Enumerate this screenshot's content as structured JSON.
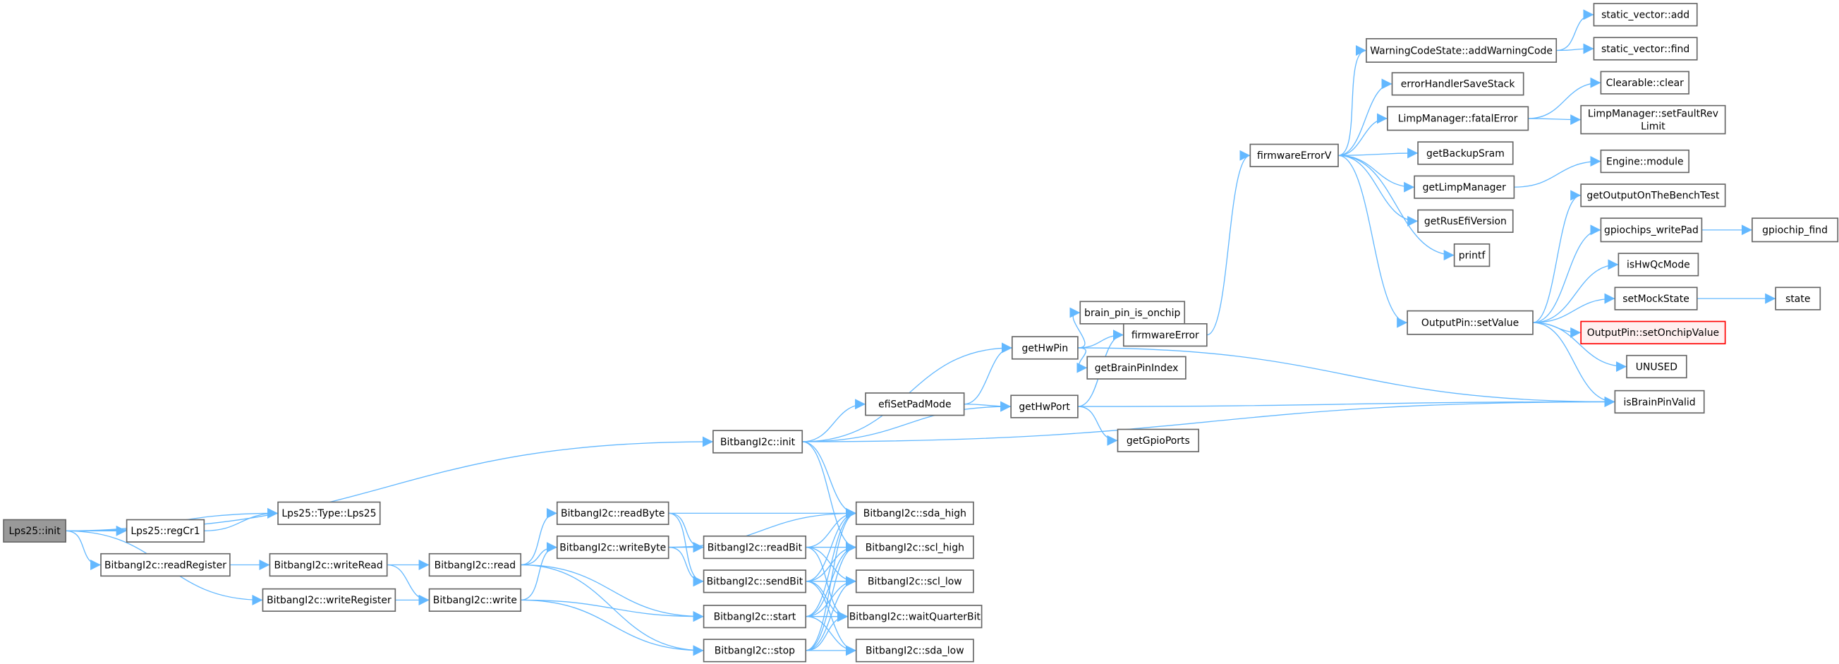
{
  "colors": {
    "edge": "#63b8ff",
    "node_border": "#666666",
    "root_fill": "#999999",
    "missing_border": "#ff0000"
  },
  "nodes": [
    {
      "id": "lps25_init",
      "label": "Lps25::init",
      "kind": "root"
    },
    {
      "id": "regcr1",
      "label": "Lps25::regCr1"
    },
    {
      "id": "type_lps25",
      "label": "Lps25::Type::Lps25"
    },
    {
      "id": "readregister",
      "label": "BitbangI2c::readRegister"
    },
    {
      "id": "writeread",
      "label": "BitbangI2c::writeRead"
    },
    {
      "id": "writeregister",
      "label": "BitbangI2c::writeRegister"
    },
    {
      "id": "read",
      "label": "BitbangI2c::read"
    },
    {
      "id": "write",
      "label": "BitbangI2c::write"
    },
    {
      "id": "readbyte",
      "label": "BitbangI2c::readByte"
    },
    {
      "id": "writebyte",
      "label": "BitbangI2c::writeByte"
    },
    {
      "id": "readbit",
      "label": "BitbangI2c::readBit"
    },
    {
      "id": "sendbit",
      "label": "BitbangI2c::sendBit"
    },
    {
      "id": "start",
      "label": "BitbangI2c::start"
    },
    {
      "id": "stop",
      "label": "BitbangI2c::stop"
    },
    {
      "id": "sda_high",
      "label": "BitbangI2c::sda_high"
    },
    {
      "id": "scl_high",
      "label": "BitbangI2c::scl_high"
    },
    {
      "id": "scl_low",
      "label": "BitbangI2c::scl_low"
    },
    {
      "id": "waitquarterbit",
      "label": "BitbangI2c::waitQuarterBit"
    },
    {
      "id": "sda_low",
      "label": "BitbangI2c::sda_low"
    },
    {
      "id": "i2c_init",
      "label": "BitbangI2c::init"
    },
    {
      "id": "efisetpadmode",
      "label": "efiSetPadMode"
    },
    {
      "id": "gethwpin",
      "label": "getHwPin"
    },
    {
      "id": "gethwport",
      "label": "getHwPort"
    },
    {
      "id": "brain_pin_is_onchip",
      "label": "brain_pin_is_onchip"
    },
    {
      "id": "firmwareerror",
      "label": "firmwareError"
    },
    {
      "id": "getbrainpinindex",
      "label": "getBrainPinIndex"
    },
    {
      "id": "getgpioports",
      "label": "getGpioPorts"
    },
    {
      "id": "firmwareerrorv",
      "label": "firmwareErrorV"
    },
    {
      "id": "addwarningcode",
      "label": "WarningCodeState::addWarningCode"
    },
    {
      "id": "errorhandlersavestack",
      "label": "errorHandlerSaveStack"
    },
    {
      "id": "fatalerror",
      "label": "LimpManager::fatalError"
    },
    {
      "id": "getbackupsram",
      "label": "getBackupSram"
    },
    {
      "id": "getlimpmanager",
      "label": "getLimpManager"
    },
    {
      "id": "getrusefiversion",
      "label": "getRusEfiVersion"
    },
    {
      "id": "printf",
      "label": "printf"
    },
    {
      "id": "setvalue",
      "label": "OutputPin::setValue"
    },
    {
      "id": "sv_add",
      "label": "static_vector::add"
    },
    {
      "id": "sv_find",
      "label": "static_vector::find"
    },
    {
      "id": "clear",
      "label": "Clearable::clear"
    },
    {
      "id": "setfaultrevlimit",
      "label": "LimpManager::setFaultRev",
      "label2": "Limit"
    },
    {
      "id": "engine_module",
      "label": "Engine::module"
    },
    {
      "id": "getoutputonthebenchtest",
      "label": "getOutputOnTheBenchTest"
    },
    {
      "id": "gpiochips_writepad",
      "label": "gpiochips_writePad"
    },
    {
      "id": "gpiochip_find",
      "label": "gpiochip_find"
    },
    {
      "id": "ishwqcmode",
      "label": "isHwQcMode"
    },
    {
      "id": "setmockstate",
      "label": "setMockState"
    },
    {
      "id": "state",
      "label": "state"
    },
    {
      "id": "setonchipvalue",
      "label": "OutputPin::setOnchipValue",
      "kind": "red"
    },
    {
      "id": "unused",
      "label": "UNUSED"
    },
    {
      "id": "isbrainpinvalid",
      "label": "isBrainPinValid"
    }
  ],
  "edges": [
    [
      "lps25_init",
      "i2c_init"
    ],
    [
      "lps25_init",
      "type_lps25"
    ],
    [
      "lps25_init",
      "regcr1"
    ],
    [
      "lps25_init",
      "readregister"
    ],
    [
      "lps25_init",
      "writeregister"
    ],
    [
      "regcr1",
      "type_lps25"
    ],
    [
      "readregister",
      "writeread"
    ],
    [
      "writeread",
      "read"
    ],
    [
      "writeread",
      "write"
    ],
    [
      "writeregister",
      "write"
    ],
    [
      "read",
      "readbyte"
    ],
    [
      "read",
      "writebyte"
    ],
    [
      "read",
      "start"
    ],
    [
      "read",
      "stop"
    ],
    [
      "write",
      "writebyte"
    ],
    [
      "write",
      "start"
    ],
    [
      "write",
      "stop"
    ],
    [
      "readbyte",
      "sda_high"
    ],
    [
      "readbyte",
      "readbit"
    ],
    [
      "readbyte",
      "sendbit"
    ],
    [
      "writebyte",
      "sda_high"
    ],
    [
      "writebyte",
      "readbit"
    ],
    [
      "writebyte",
      "sendbit"
    ],
    [
      "readbit",
      "scl_high"
    ],
    [
      "readbit",
      "scl_low"
    ],
    [
      "readbit",
      "waitquarterbit"
    ],
    [
      "readbit",
      "sda_high"
    ],
    [
      "sendbit",
      "sda_high"
    ],
    [
      "sendbit",
      "sda_low"
    ],
    [
      "sendbit",
      "scl_high"
    ],
    [
      "sendbit",
      "scl_low"
    ],
    [
      "sendbit",
      "waitquarterbit"
    ],
    [
      "start",
      "sda_high"
    ],
    [
      "start",
      "scl_high"
    ],
    [
      "start",
      "scl_low"
    ],
    [
      "start",
      "sda_low"
    ],
    [
      "start",
      "waitquarterbit"
    ],
    [
      "stop",
      "sda_high"
    ],
    [
      "stop",
      "scl_high"
    ],
    [
      "stop",
      "sda_low"
    ],
    [
      "stop",
      "scl_low"
    ],
    [
      "stop",
      "waitquarterbit"
    ],
    [
      "i2c_init",
      "gethwpin"
    ],
    [
      "i2c_init",
      "efisetpadmode"
    ],
    [
      "i2c_init",
      "gethwport"
    ],
    [
      "i2c_init",
      "isbrainpinvalid"
    ],
    [
      "i2c_init",
      "sda_high"
    ],
    [
      "i2c_init",
      "scl_high"
    ],
    [
      "efisetpadmode",
      "gethwpin"
    ],
    [
      "efisetpadmode",
      "gethwport"
    ],
    [
      "gethwpin",
      "brain_pin_is_onchip"
    ],
    [
      "gethwpin",
      "firmwareerror"
    ],
    [
      "gethwpin",
      "getbrainpinindex"
    ],
    [
      "gethwpin",
      "isbrainpinvalid"
    ],
    [
      "gethwport",
      "firmwareerror"
    ],
    [
      "gethwport",
      "getgpioports"
    ],
    [
      "gethwport",
      "isbrainpinvalid"
    ],
    [
      "firmwareerror",
      "firmwareerrorv"
    ],
    [
      "firmwareerrorv",
      "addwarningcode"
    ],
    [
      "firmwareerrorv",
      "errorhandlersavestack"
    ],
    [
      "firmwareerrorv",
      "fatalerror"
    ],
    [
      "firmwareerrorv",
      "getbackupsram"
    ],
    [
      "firmwareerrorv",
      "getlimpmanager"
    ],
    [
      "firmwareerrorv",
      "getrusefiversion"
    ],
    [
      "firmwareerrorv",
      "printf"
    ],
    [
      "firmwareerrorv",
      "setvalue"
    ],
    [
      "addwarningcode",
      "sv_add"
    ],
    [
      "addwarningcode",
      "sv_find"
    ],
    [
      "fatalerror",
      "clear"
    ],
    [
      "fatalerror",
      "setfaultrevlimit"
    ],
    [
      "getlimpmanager",
      "engine_module"
    ],
    [
      "setvalue",
      "getoutputonthebenchtest"
    ],
    [
      "setvalue",
      "gpiochips_writepad"
    ],
    [
      "setvalue",
      "ishwqcmode"
    ],
    [
      "setvalue",
      "setmockstate"
    ],
    [
      "setvalue",
      "setonchipvalue"
    ],
    [
      "setvalue",
      "unused"
    ],
    [
      "setvalue",
      "isbrainpinvalid"
    ],
    [
      "gpiochips_writepad",
      "gpiochip_find"
    ],
    [
      "setmockstate",
      "state"
    ]
  ]
}
